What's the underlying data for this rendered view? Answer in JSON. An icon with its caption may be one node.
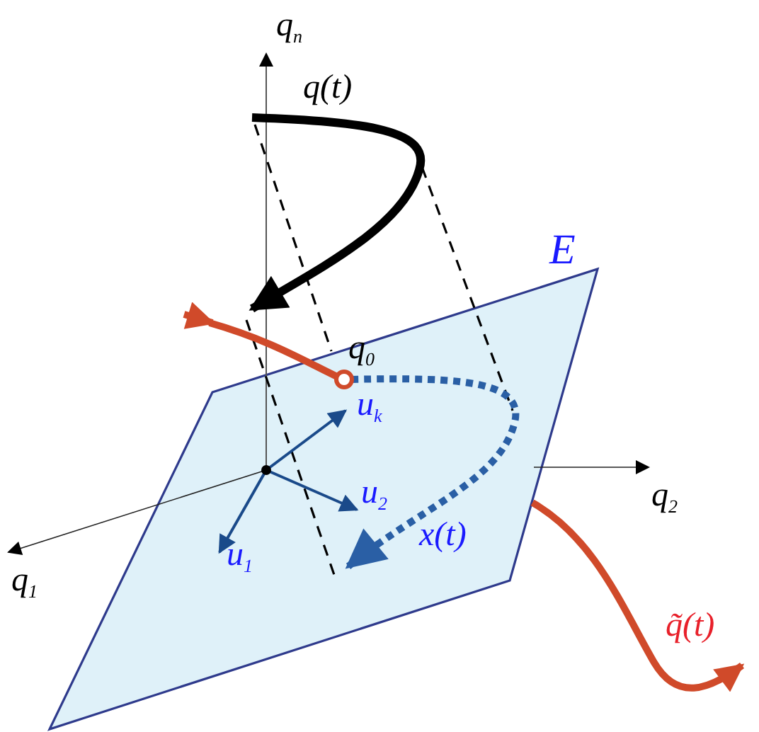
{
  "diagram": {
    "nodes": [
      {
        "text": [
          "E"
        ]
      }
    ],
    "labels": [
      "q$_{n}$",
      "q(t)",
      "q$_{0}$",
      "u$_{k}$",
      "u$_{2}$",
      "u$_{1}$",
      "x(t)",
      "q$_{1}$",
      "q$_{2}$",
      "q̃(t)"
    ]
  }
}
